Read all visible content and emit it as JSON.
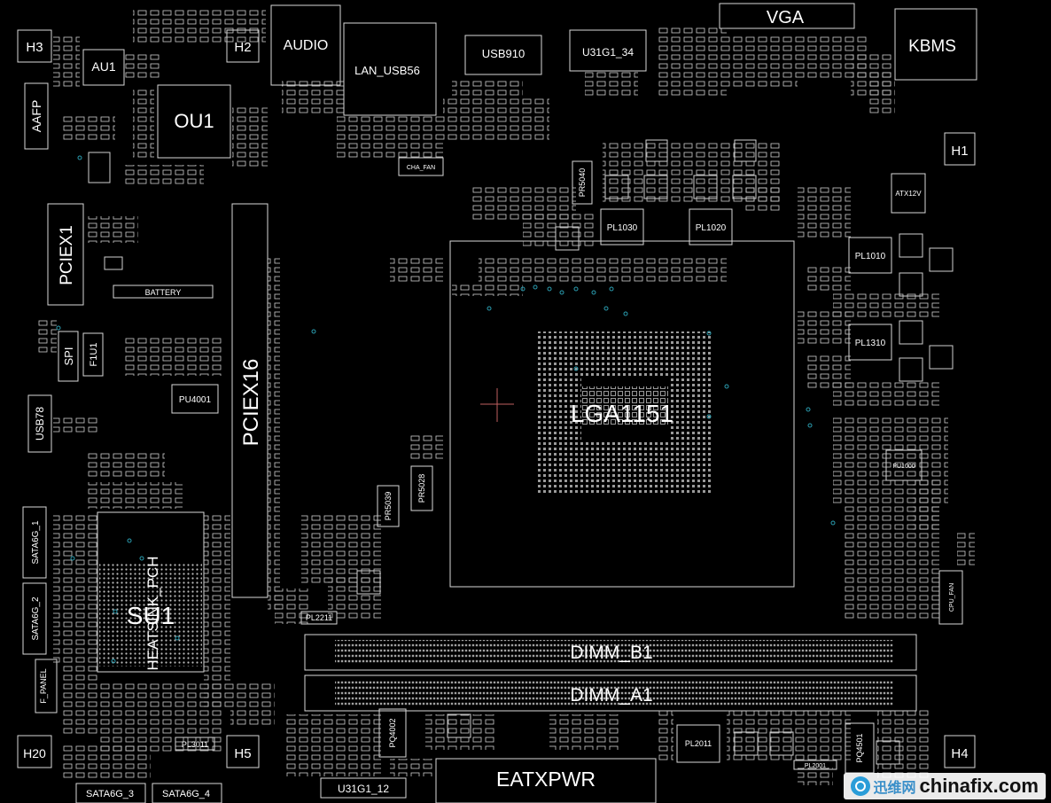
{
  "board_labels": {
    "vga": "VGA",
    "kbms": "KBMS",
    "h3": "H3",
    "h2": "H2",
    "h1": "H1",
    "h4": "H4",
    "h5": "H5",
    "h20": "H20",
    "au1": "AU1",
    "audio": "AUDIO",
    "lan_usb56": "LAN_USB56",
    "usb910": "USB910",
    "u31g1_34": "U31G1_34",
    "ou1": "OU1",
    "aafp": "AAFP",
    "pciex1": "PCIEX1",
    "battery": "BATTERY",
    "pciex16": "PCIEX16",
    "spi": "SPI",
    "f1u1": "F1U1",
    "usb78": "USB78",
    "pu4001": "PU4001",
    "lga1151": "LGA1151",
    "pl1030": "PL1030",
    "pl1020": "PL1020",
    "pl1010": "PL1010",
    "pl1310": "PL1310",
    "atx12v": "ATX12V",
    "pr5040": "PR5040",
    "pr5028": "PR5028",
    "pr5039": "PR5039",
    "cha_fan": "CHA_FAN",
    "sata6g_1": "SATA6G_1",
    "sata6g_2": "SATA6G_2",
    "sata6g_3": "SATA6G_3",
    "sata6g_4": "SATA6G_4",
    "heatsink_pch": "HEATSINK_PCH",
    "su1": "SU1",
    "f_panel": "F_PANEL",
    "pl2211": "PL2211",
    "pl3011": "PL3011",
    "dimm_b1": "DIMM_B1",
    "dimm_a1": "DIMM_A1",
    "pq4002": "PQ4002",
    "eatxpwr": "EATXPWR",
    "u31g1_12": "U31G1_12",
    "pl2011": "PL2011",
    "pq4501": "PQ4501",
    "cpu_fan": "CPU_FAN",
    "pu1000": "PU1000",
    "pl2001": "PL2001"
  },
  "watermark": {
    "chinese": "迅维网",
    "text": "chinafix.com"
  },
  "colors": {
    "background": "#000000",
    "outline": "#d8d8d8",
    "text": "#ffffff",
    "via": "#2a9db0",
    "marker": "#c06060"
  }
}
